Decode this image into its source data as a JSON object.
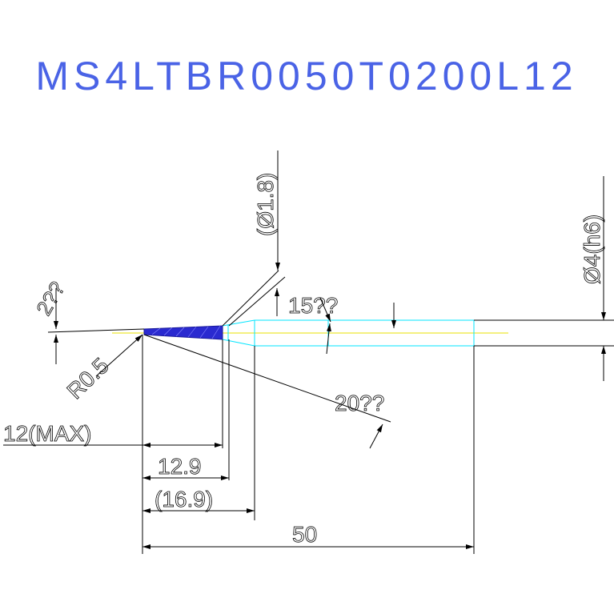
{
  "title": "MS4LTBR0050T0200L12",
  "colors": {
    "background": "#ffffff",
    "title": "#4a63e6",
    "dimension": "#000000",
    "tool_outline": "#00e5ff",
    "centerline": "#e9e000",
    "cutting_edge": "#2a2ad0"
  },
  "dimensions": {
    "neck_diameter": "(Ø1.8)",
    "shank_diameter": "Ø4(h6)",
    "taper_angle": "15??",
    "edge_angle": "2??",
    "relief_angle": "20??",
    "corner_radius": "R0.5",
    "max_length": "12(MAX)",
    "flute_length": "12.9",
    "neck_length": "(16.9)",
    "overall_length": "50"
  }
}
